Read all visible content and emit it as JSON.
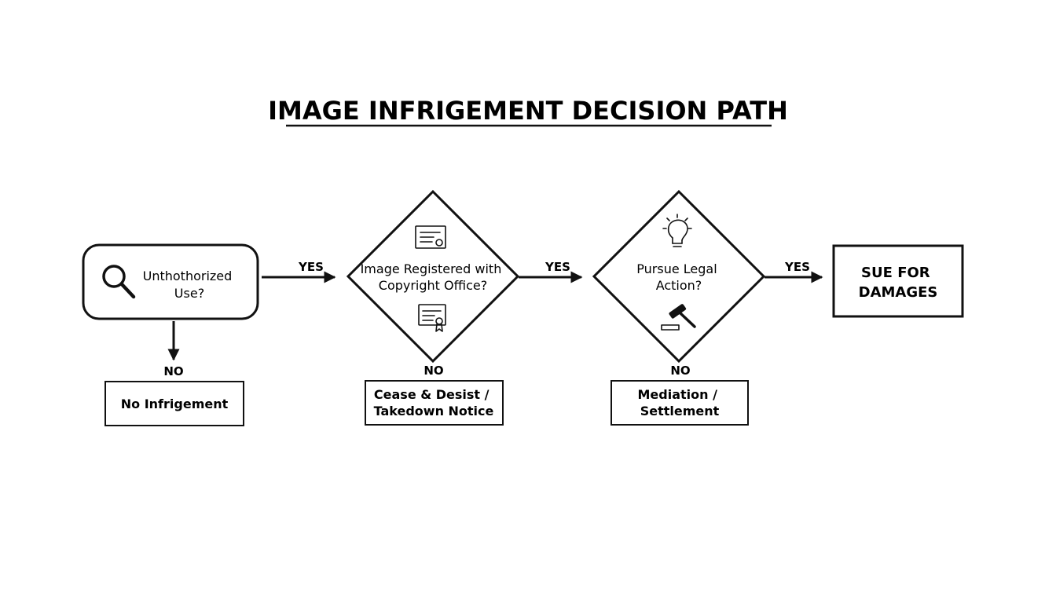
{
  "title": "IMAGE INFRIGEMENT DECISION PATH",
  "nodes": {
    "start": {
      "lines": [
        "Unthothorized",
        "Use?"
      ],
      "icon": "magnifier-icon"
    },
    "registered": {
      "lines": [
        "Image Registered with",
        "Copyright Office?"
      ],
      "icon": "certificate-icon"
    },
    "legal": {
      "lines": [
        "Pursue Legal",
        "Action?"
      ],
      "icon": "lightbulb-icon",
      "icon2": "gavel-icon"
    },
    "sue": {
      "lines": [
        "SUE FOR",
        "DAMAGES"
      ]
    },
    "no_infringement": {
      "lines": [
        "No Infrigement"
      ]
    },
    "cease": {
      "lines": [
        "Cease & Desist /",
        "Takedown Notice"
      ]
    },
    "mediation": {
      "lines": [
        "Mediation /",
        "Settlement"
      ]
    }
  },
  "edges": {
    "yes_label": "YES",
    "no_label": "NO"
  }
}
